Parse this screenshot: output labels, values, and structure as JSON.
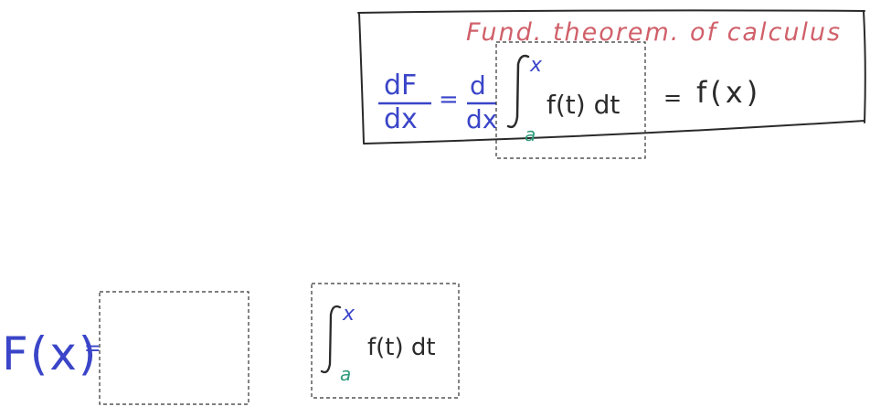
{
  "canvas": {
    "colors": {
      "frame": "#2a2a2a",
      "title": "#d0606a",
      "blue": "#3a45c8",
      "teal": "#2f9a7a",
      "ink": "#2b2b2b",
      "dashed": "#333333"
    }
  },
  "theorem_box": {
    "title": "Fund. theorem. of calculus",
    "lhs_numerator": "dF",
    "lhs_denominator": "dx",
    "equals1": "=",
    "op_numerator": "d",
    "op_denominator": "dx",
    "integral_upper": "x",
    "integral_lower": "a",
    "integrand": "f(t) dt",
    "equals2": "=",
    "rhs": "f(x)"
  },
  "bottom_equation": {
    "lhs": "F(x)",
    "equals": "=",
    "integral_upper": "x",
    "integral_lower": "a",
    "integrand": "f(t) dt"
  },
  "icons": {
    "integral": "integral-sign-icon"
  }
}
